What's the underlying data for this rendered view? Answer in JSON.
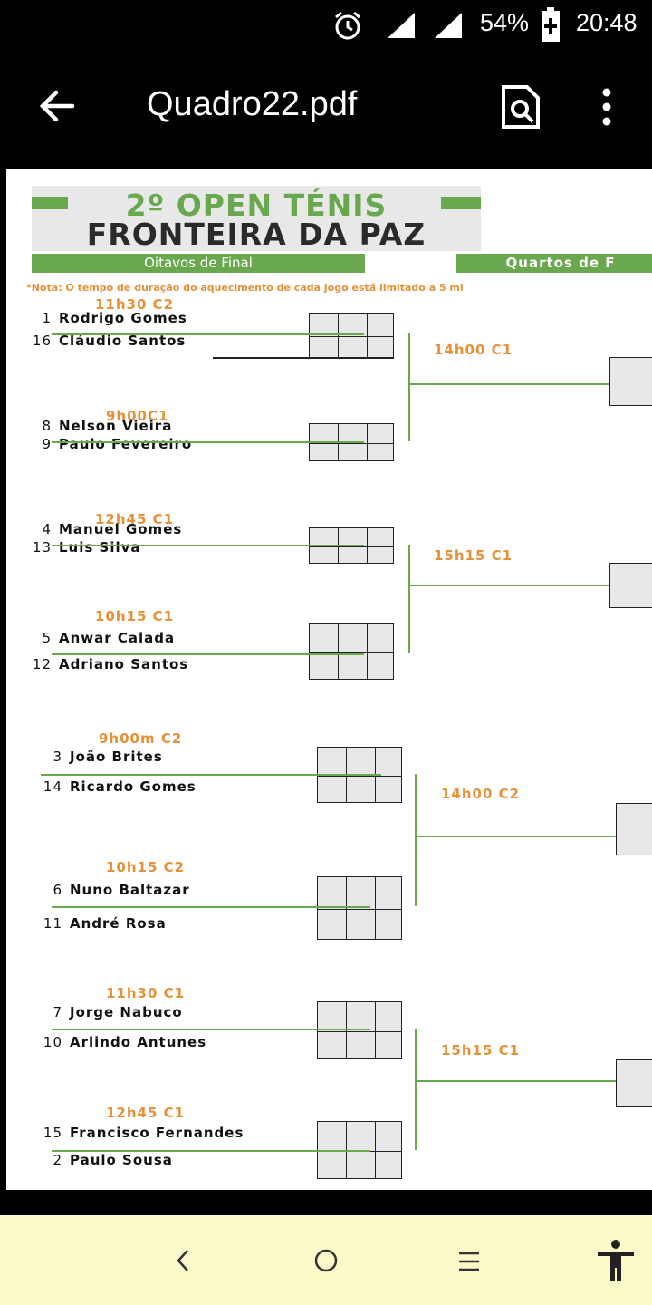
{
  "status": {
    "battery": "54%",
    "time": "20:48"
  },
  "appbar": {
    "title": "Quadro22.pdf"
  },
  "doc": {
    "title_line1": "2º OPEN TÉNIS",
    "title_line2": "FRONTEIRA DA PAZ",
    "phase1": "Oitavos de Final",
    "phase2": "Quartos de F",
    "note": "*Nota: O tempo de duração do aquecimento de cada jogo está limitado a 5 mi",
    "matches": [
      {
        "time": "11h30 C2",
        "p1_seed": "1",
        "p1": "Rodrigo Gomes",
        "p2_seed": "16",
        "p2": "Cláudio Santos"
      },
      {
        "time": "9h00C1",
        "p1_seed": "8",
        "p1": "Nelson Vieira",
        "p2_seed": "9",
        "p2": "Paulo Fevereiro"
      },
      {
        "time": "12h45 C1",
        "p1_seed": "4",
        "p1": "Manuel Gomes",
        "p2_seed": "13",
        "p2": "Luis Silva"
      },
      {
        "time": "10h15 C1",
        "p1_seed": "5",
        "p1": "Anwar Calada",
        "p2_seed": "12",
        "p2": "Adriano Santos"
      },
      {
        "time": "9h00m C2",
        "p1_seed": "3",
        "p1": "João Brites",
        "p2_seed": "14",
        "p2": "Ricardo Gomes"
      },
      {
        "time": "10h15 C2",
        "p1_seed": "6",
        "p1": "Nuno Baltazar",
        "p2_seed": "11",
        "p2": "André Rosa"
      },
      {
        "time": "11h30 C1",
        "p1_seed": "7",
        "p1": "Jorge Nabuco",
        "p2_seed": "10",
        "p2": "Arlindo Antunes"
      },
      {
        "time": "12h45 C1",
        "p1_seed": "15",
        "p1": "Francisco Fernandes",
        "p2_seed": "2",
        "p2": "Paulo Sousa"
      }
    ],
    "quarter_times": [
      "14h00 C1",
      "15h15 C1",
      "14h00 C2",
      "15h15 C1"
    ]
  },
  "colors": {
    "accent_green": "#6aa84f",
    "time_orange": "#e69138",
    "nav_bg": "#fbf9c9"
  },
  "icons": {
    "back": "arrow-left-icon",
    "find": "find-in-document-icon",
    "more": "more-vert-icon",
    "alarm": "alarm-icon",
    "signal": "signal-icon",
    "battery": "battery-charging-icon",
    "nav_back": "chevron-left-icon",
    "nav_home": "home-circle-icon",
    "nav_menu": "menu-icon",
    "accessibility": "accessibility-icon"
  }
}
